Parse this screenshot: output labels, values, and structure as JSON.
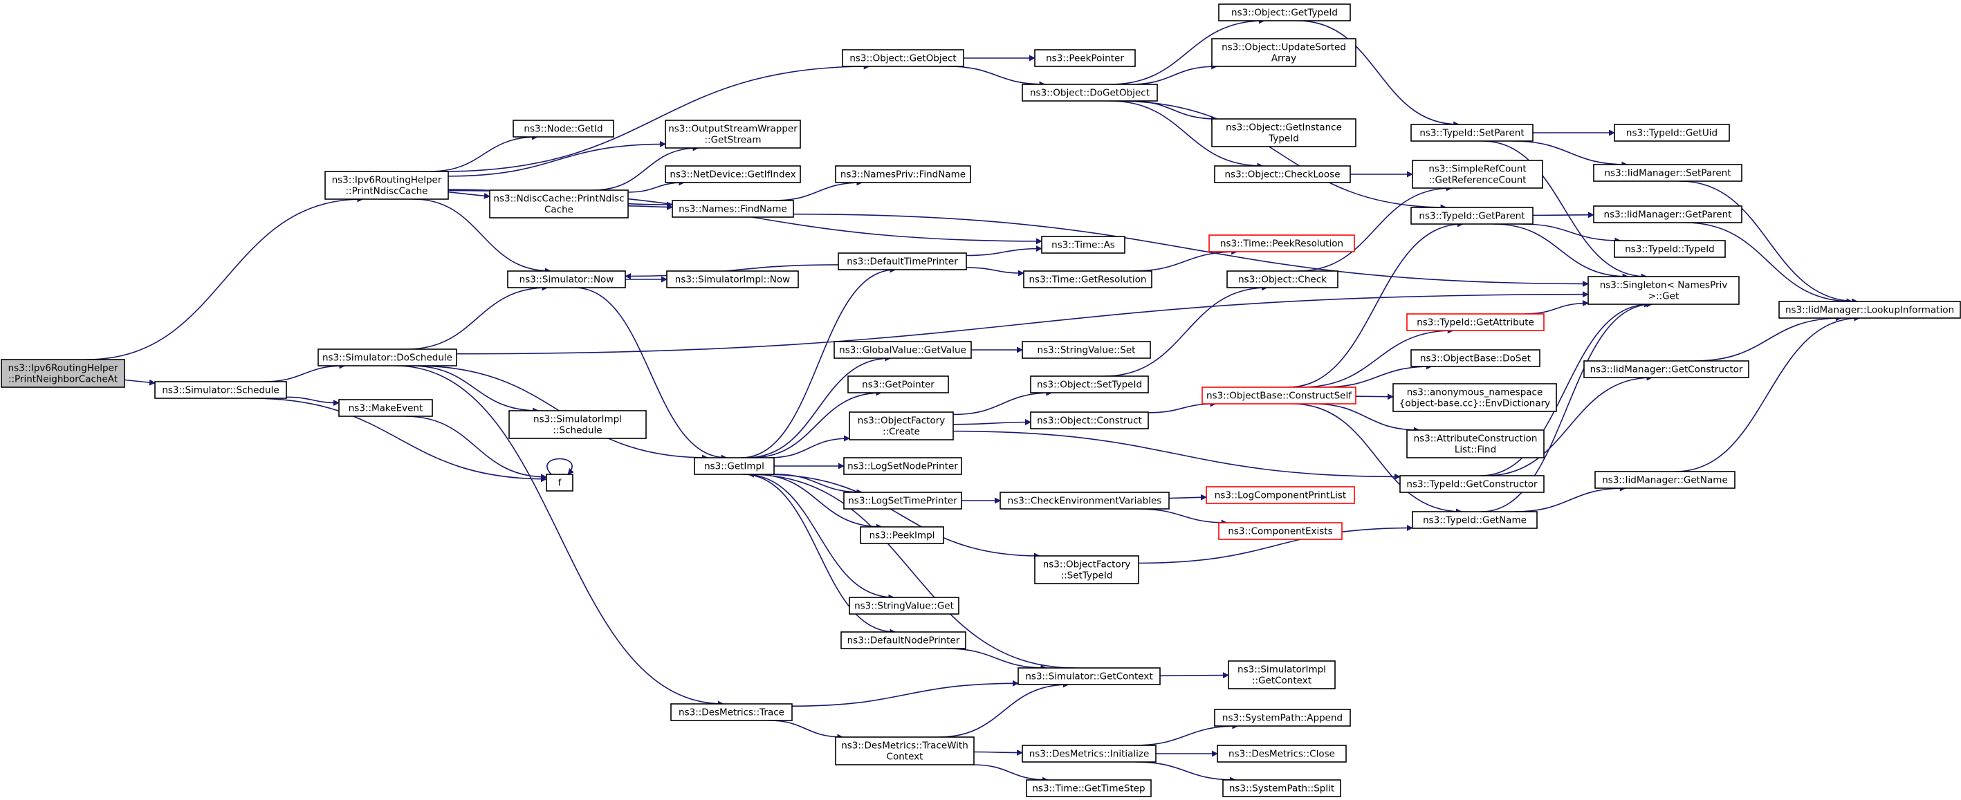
{
  "colors": {
    "edge": "#191970",
    "node_border": "#000000",
    "node_border_red": "#ff0000",
    "root_fill": "#bfbfbf",
    "node_fill": "#ffffff"
  },
  "nodes": {
    "root": [
      "ns3::Ipv6RoutingHelper",
      "::PrintNeighborCacheAt"
    ],
    "schedule": [
      "ns3::Simulator::Schedule"
    ],
    "printNdisc": [
      "ns3::Ipv6RoutingHelper",
      "::PrintNdiscCache"
    ],
    "doSchedule": [
      "ns3::Simulator::DoSchedule"
    ],
    "makeEvent": [
      "ns3::MakeEvent"
    ],
    "f": [
      "f"
    ],
    "nodeGetId": [
      "ns3::Node::GetId"
    ],
    "ndiscPrint": [
      "ns3::NdiscCache::PrintNdisc",
      "Cache"
    ],
    "namesFind": [
      "ns3::Names::FindName"
    ],
    "simNow": [
      "ns3::Simulator::Now"
    ],
    "simImplSchedule": [
      "ns3::SimulatorImpl",
      "::Schedule"
    ],
    "desTrace": [
      "ns3::DesMetrics::Trace"
    ],
    "getImpl": [
      "ns3::GetImpl"
    ],
    "simImplNow": [
      "ns3::SimulatorImpl::Now"
    ],
    "ofGetStream": [
      "ns3::OutputStreamWrapper",
      "::GetStream"
    ],
    "netDevIf": [
      "ns3::NetDevice::GetIfIndex"
    ],
    "getObject": [
      "ns3::Object::GetObject"
    ],
    "namesPrivFind": [
      "ns3::NamesPriv::FindName"
    ],
    "defTimePrinter": [
      "ns3::DefaultTimePrinter"
    ],
    "gvGetValue": [
      "ns3::GlobalValue::GetValue"
    ],
    "getPointer": [
      "ns3::GetPointer"
    ],
    "ofCreate": [
      "ns3::ObjectFactory",
      "::Create"
    ],
    "logSetNode": [
      "ns3::LogSetNodePrinter"
    ],
    "logSetTime": [
      "ns3::LogSetTimePrinter"
    ],
    "peekImpl": [
      "ns3::PeekImpl"
    ],
    "strGet": [
      "ns3::StringValue::Get"
    ],
    "defNodePrinter": [
      "ns3::DefaultNodePrinter"
    ],
    "desTraceCtx": [
      "ns3::DesMetrics::TraceWith",
      "Context"
    ],
    "peekPointer": [
      "ns3::PeekPointer"
    ],
    "doGetObject": [
      "ns3::Object::DoGetObject"
    ],
    "timeAs": [
      "ns3::Time::As"
    ],
    "timeGetRes": [
      "ns3::Time::GetResolution"
    ],
    "strSet": [
      "ns3::StringValue::Set"
    ],
    "objSetTypeId": [
      "ns3::Object::SetTypeId"
    ],
    "objConstruct": [
      "ns3::Object::Construct"
    ],
    "checkEnv": [
      "ns3::CheckEnvironmentVariables"
    ],
    "ofSetTypeId": [
      "ns3::ObjectFactory",
      "::SetTypeId"
    ],
    "simGetCtx": [
      "ns3::Simulator::GetContext"
    ],
    "desInit": [
      "ns3::DesMetrics::Initialize"
    ],
    "timeGetStep": [
      "ns3::Time::GetTimeStep"
    ],
    "objGetTypeId": [
      "ns3::Object::GetTypeId"
    ],
    "objUpdSorted": [
      "ns3::Object::UpdateSorted",
      "Array"
    ],
    "objGetInstTid": [
      "ns3::Object::GetInstance",
      "TypeId"
    ],
    "objCheckLoose": [
      "ns3::Object::CheckLoose"
    ],
    "timePeekRes": [
      "ns3::Time::PeekResolution"
    ],
    "objCheck": [
      "ns3::Object::Check"
    ],
    "objBaseCS": [
      "ns3::ObjectBase::ConstructSelf"
    ],
    "logCompPrint": [
      "ns3::LogComponentPrintList"
    ],
    "compExists": [
      "ns3::ComponentExists"
    ],
    "simImplGetCtx": [
      "ns3::SimulatorImpl",
      "::GetContext"
    ],
    "sysPathAppend": [
      "ns3::SystemPath::Append"
    ],
    "desClose": [
      "ns3::DesMetrics::Close"
    ],
    "sysPathSplit": [
      "ns3::SystemPath::Split"
    ],
    "tidSetParent": [
      "ns3::TypeId::SetParent"
    ],
    "srcGetRef": [
      "ns3::SimpleRefCount",
      "::GetReferenceCount"
    ],
    "tidGetParent": [
      "ns3::TypeId::GetParent"
    ],
    "tidGetAttr": [
      "ns3::TypeId::GetAttribute"
    ],
    "objBaseDoSet": [
      "ns3::ObjectBase::DoSet"
    ],
    "anonEnv": [
      "ns3::anonymous_namespace",
      "{object-base.cc}::EnvDictionary"
    ],
    "attrConsFind": [
      "ns3::AttributeConstruction",
      "List::Find"
    ],
    "tidGetCons": [
      "ns3::TypeId::GetConstructor"
    ],
    "tidGetName": [
      "ns3::TypeId::GetName"
    ],
    "tidGetUid": [
      "ns3::TypeId::GetUid"
    ],
    "iidSetParent": [
      "ns3::IidManager::SetParent"
    ],
    "iidGetParent": [
      "ns3::IidManager::GetParent"
    ],
    "tidTypeId": [
      "ns3::TypeId::TypeId"
    ],
    "singletonGet": [
      "ns3::Singleton< NamesPriv",
      " >::Get"
    ],
    "iidGetCons": [
      "ns3::IidManager::GetConstructor"
    ],
    "iidGetName": [
      "ns3::IidManager::GetName"
    ],
    "iidLookup": [
      "ns3::IidManager::LookupInformation"
    ]
  }
}
